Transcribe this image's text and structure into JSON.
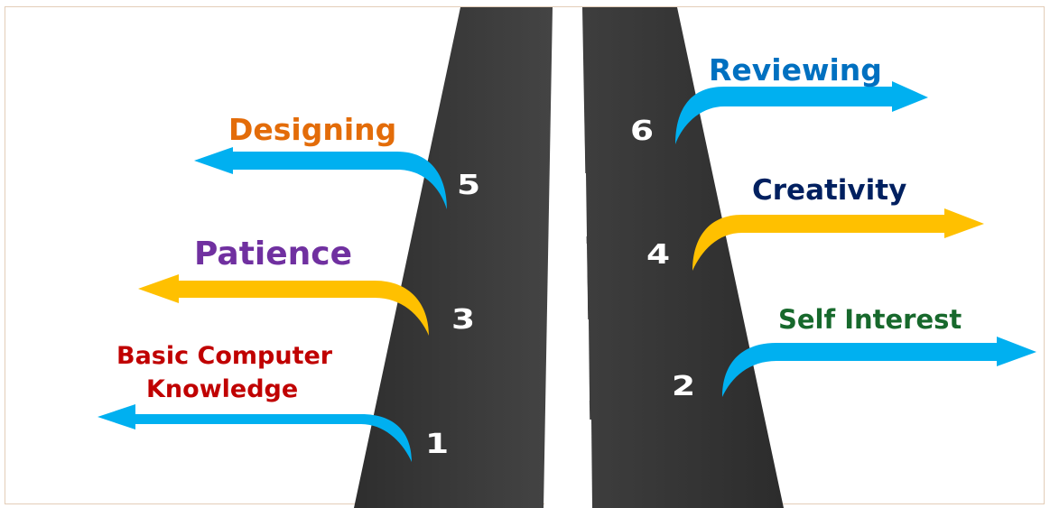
{
  "steps": [
    {
      "number": "1",
      "label": "Basic Computer",
      "label_line2": "Knowledge",
      "color": "#c00000",
      "arrow_color": "#00b0f0"
    },
    {
      "number": "2",
      "label": "Self Interest",
      "color": "#17692c",
      "arrow_color": "#00b0f0"
    },
    {
      "number": "3",
      "label": "Patience",
      "color": "#7030a0",
      "arrow_color": "#ffc000"
    },
    {
      "number": "4",
      "label": "Creativity",
      "color": "#002060",
      "arrow_color": "#ffc000"
    },
    {
      "number": "5",
      "label": "Designing",
      "color": "#e36c09",
      "arrow_color": "#00b0f0"
    },
    {
      "number": "6",
      "label": "Reviewing",
      "color": "#0070c0",
      "arrow_color": "#00b0f0"
    }
  ],
  "road": {
    "asphalt_color": "#3a3a3a",
    "line_color": "#ffffff"
  }
}
